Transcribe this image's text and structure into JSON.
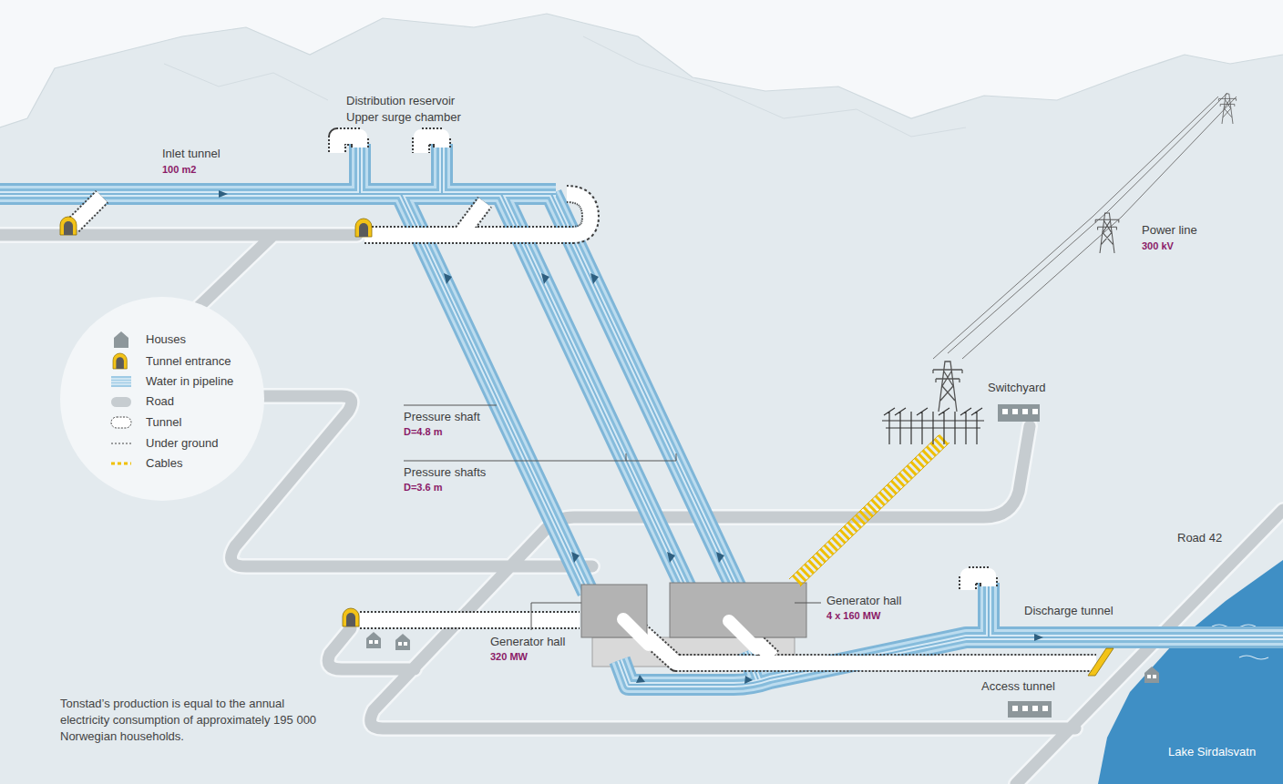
{
  "diagram": {
    "labels": [
      "Distribution reservoir",
      "Upper surge chamber",
      "Inlet tunnel",
      "100 m2",
      "Power line",
      "300 kV",
      "Switchyard",
      "Pressure shaft",
      "D=4.8 m",
      "Pressure shafts",
      "D=3.6 m",
      "Road 42",
      "Generator hall",
      "4 x 160 MW",
      "Discharge tunnel",
      "Generator hall",
      "320 MW",
      "Access tunnel",
      "Tonstad’s production is equal to the annual electricity consumption of approximately 195 000 Norwegian households.",
      "Lake Sirdalsvatn"
    ],
    "legend": [
      {
        "text": "Houses"
      },
      {
        "text": "Tunnel entrance"
      },
      {
        "text": "Water in pipeline"
      },
      {
        "text": "Road"
      },
      {
        "text": "Tunnel"
      },
      {
        "text": "Under ground"
      },
      {
        "text": "Cables"
      }
    ]
  }
}
